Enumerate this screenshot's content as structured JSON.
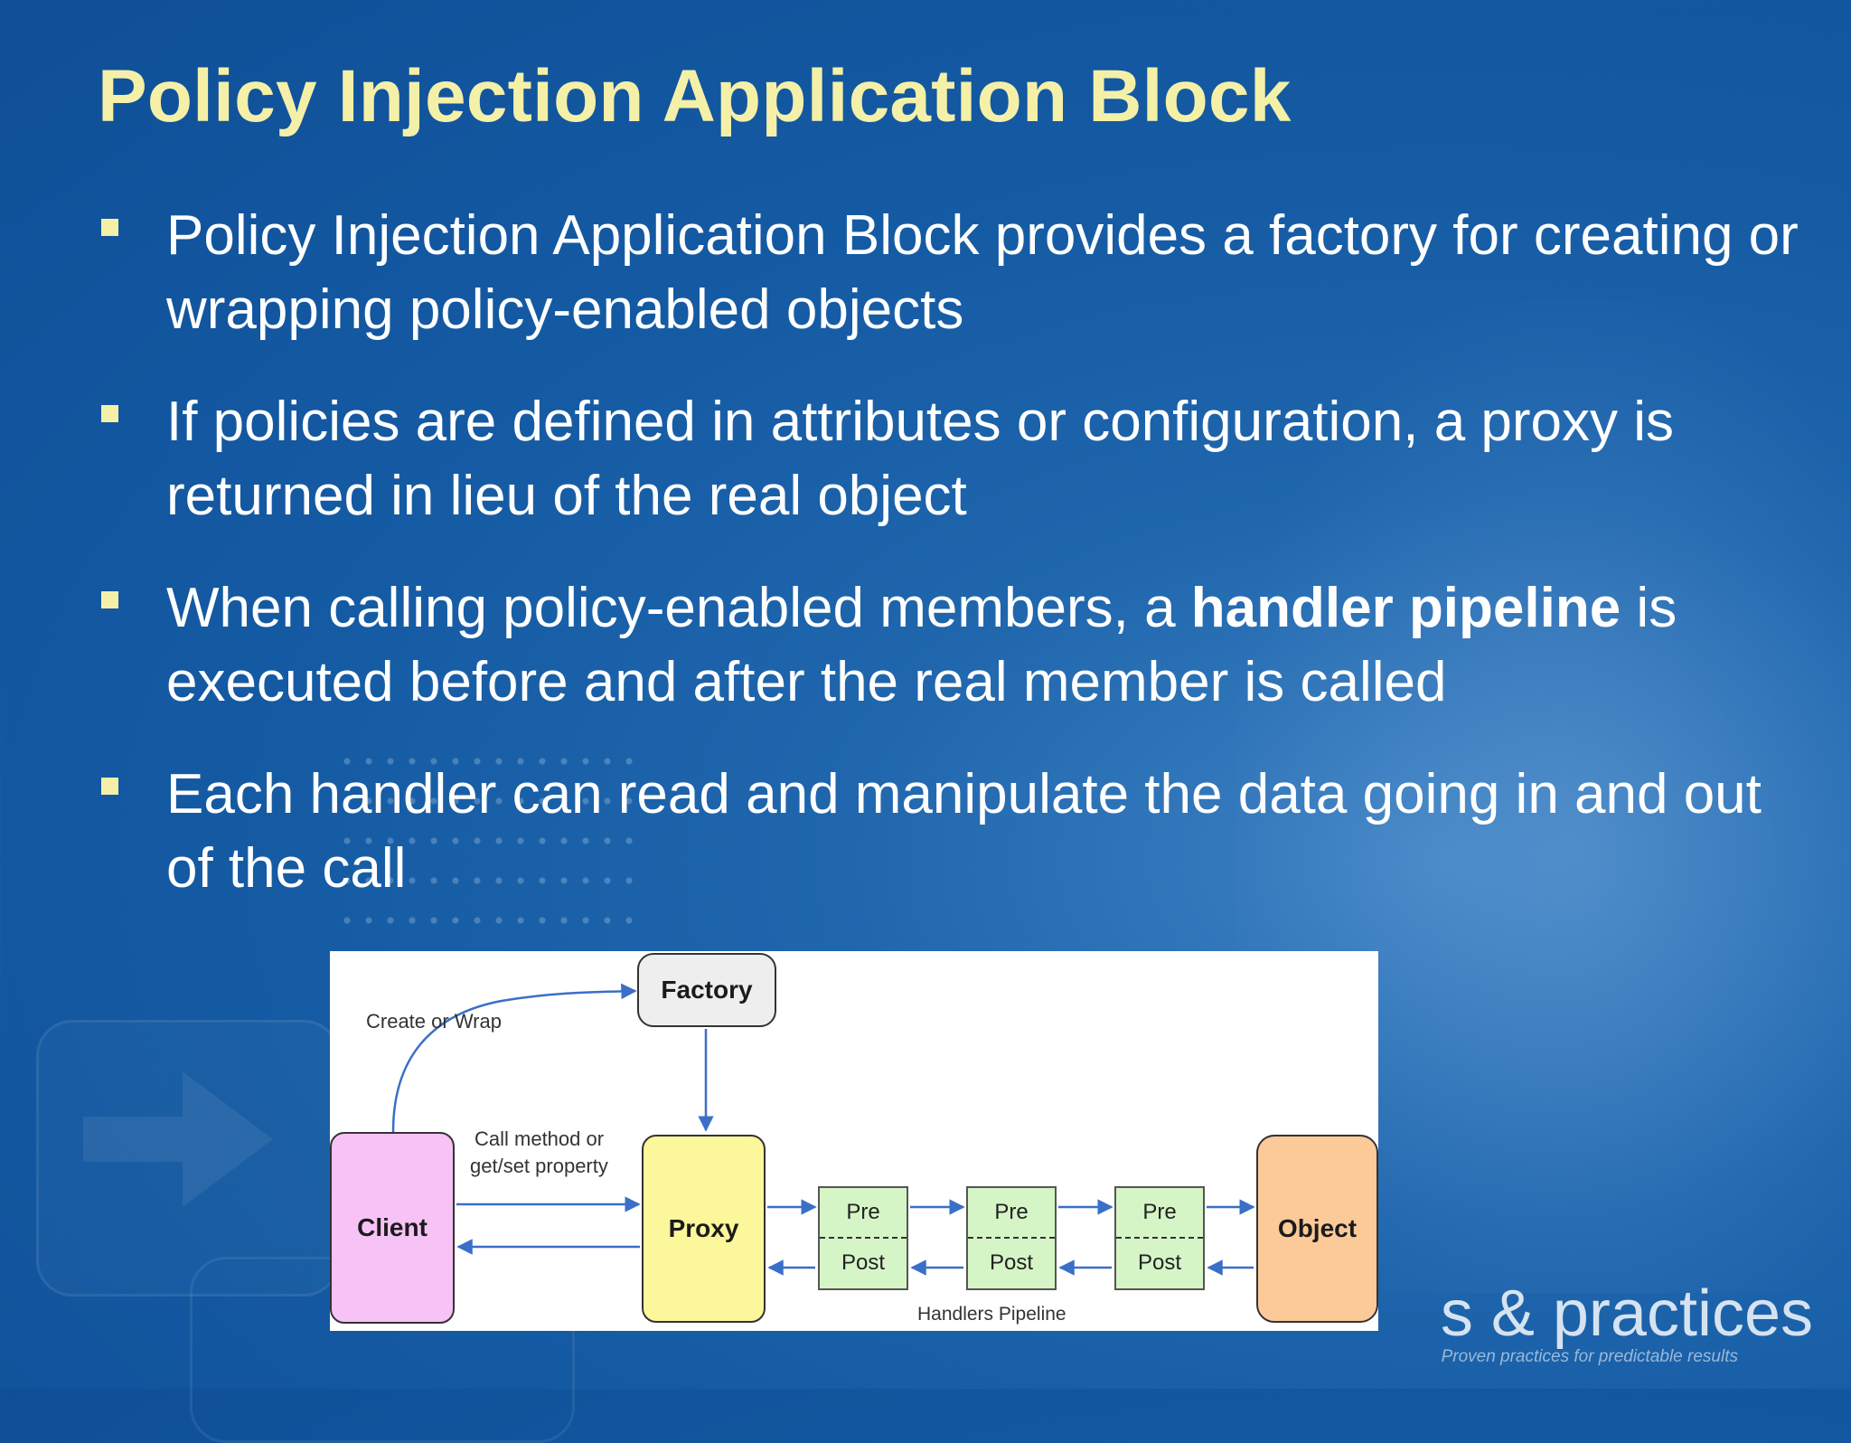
{
  "slide": {
    "title": "Policy Injection Application Block",
    "bullets": [
      {
        "text": "Policy Injection Application Block provides a factory for creating or wrapping policy-enabled objects"
      },
      {
        "text": "If policies are defined in attributes or configuration, a proxy is returned in lieu of the real object"
      },
      {
        "before": "When calling policy-enabled members, a ",
        "bold": "handler pipeline",
        "after": " is executed before and after the real member is called"
      },
      {
        "text": "Each handler can read and manipulate the data going in and out of the call"
      }
    ]
  },
  "diagram": {
    "factory": "Factory",
    "client": "Client",
    "proxy": "Proxy",
    "object": "Object",
    "create_label": "Create or Wrap",
    "call_label_line1": "Call method or",
    "call_label_line2": "get/set property",
    "handlers": [
      {
        "pre": "Pre",
        "post": "Post"
      },
      {
        "pre": "Pre",
        "post": "Post"
      },
      {
        "pre": "Pre",
        "post": "Post"
      }
    ],
    "pipeline_label": "Handlers Pipeline"
  },
  "branding": {
    "name": "s & practices",
    "tagline": "Proven practices for predictable results"
  },
  "colors": {
    "title": "#f4f0a8",
    "background": "#1560aa",
    "client": "#f7c2f5",
    "proxy": "#fbf79a",
    "object": "#fcc999",
    "handler": "#d6f5c6",
    "arrow": "#3a6fc8"
  }
}
